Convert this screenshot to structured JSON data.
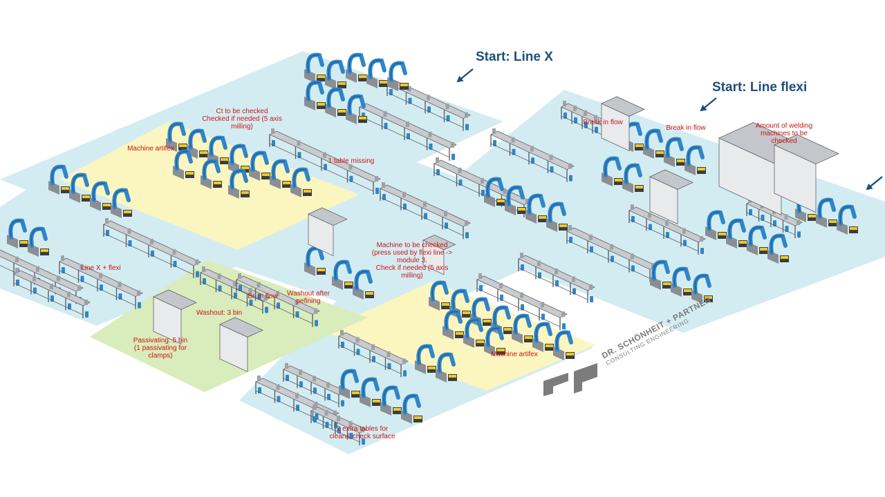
{
  "labels": {
    "start_line_x": "Start: Line X",
    "start_line_flexi": "Start: Line flexi"
  },
  "annotations": {
    "ct_checked": [
      "Ct to be checked",
      "Checked if needed (5 axis",
      "milling)"
    ],
    "machine_artifex_top": [
      "Machine artifex"
    ],
    "table_missing": [
      "1 table missing"
    ],
    "break_in_flow_1": [
      "Break in flow"
    ],
    "break_in_flow_2": [
      "Break in flow"
    ],
    "welding_machines": [
      "Amount of welding",
      "machines to be",
      "checked"
    ],
    "machine_check": [
      "Machine to be checked",
      "(press used by flexi line ->",
      "module 3.",
      "Check if needed (5 axis",
      "milling)"
    ],
    "line_x_flexi": [
      "Line X + flexi"
    ],
    "washout_after": [
      "Washout after",
      "pefining"
    ],
    "break_flow_small": [
      "Br. in flow"
    ],
    "washout_3": [
      "Washout: 3 bin"
    ],
    "passivating": [
      "Passivating: 5 bin",
      "(1 passivating for",
      "clamps)"
    ],
    "machine_artifex_bottom": [
      "Machine artifex"
    ],
    "extra_tables": [
      "2 extra tables for",
      "clean& check surface"
    ]
  },
  "company": {
    "name": "DR. SCHÖNHEIT + PARTNER",
    "subtitle": "CONSULTING ENGINEERING"
  },
  "colors": {
    "floor_blue": "#d3ecf2",
    "floor_yellow": "#fbf5c0",
    "floor_green": "#d9ecbb",
    "robot_blue": "#2f86c9",
    "robot_dark": "#1f5f96",
    "machine_grey": "#8b8e93",
    "table_grey": "#5e6166",
    "accent_yellow": "#ecc82a",
    "heading_blue": "#1d4f7c",
    "note_red": "#cc1414",
    "logo_grey": "#7c7c7c"
  }
}
